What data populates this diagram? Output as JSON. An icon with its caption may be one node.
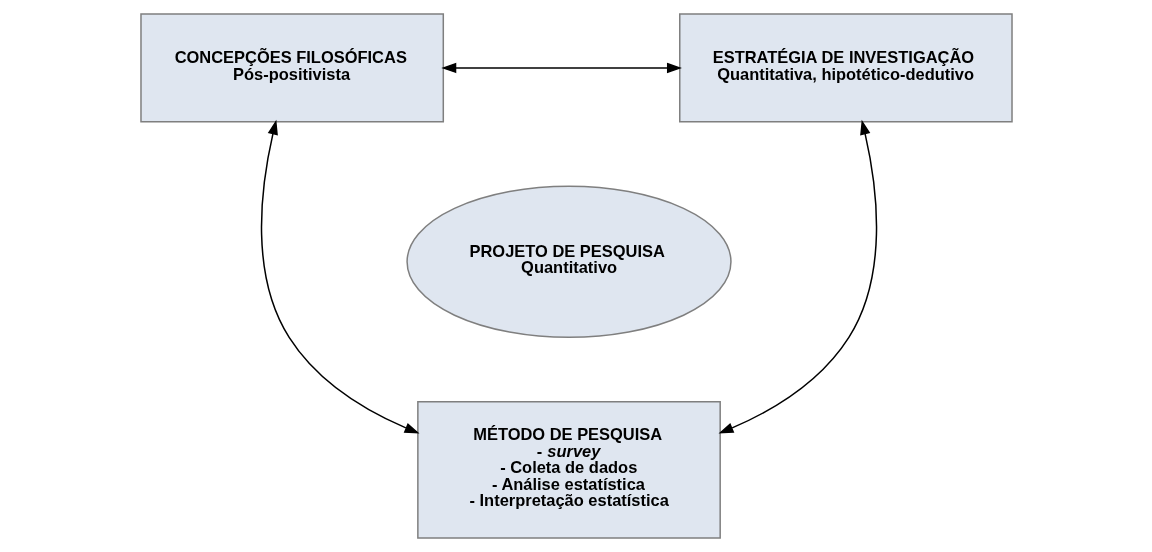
{
  "diagram": {
    "nodes": [
      {
        "text": [
          "CONCEPÇÕES FILOSÓFICAS",
          "Pós-positivista"
        ]
      },
      {
        "text": [
          "ESTRATÉGIA DE INVESTIGAÇÃO",
          "Quantitativa, hipotético-dedutivo"
        ]
      },
      {
        "text": [
          "PROJETO DE PESQUISA",
          "Quantitativo"
        ]
      },
      {
        "text": [
          "MÉTODO DE PESQUISA",
          "- *survey*",
          "- Coleta de dados",
          "- Análise estatística",
          "- Interpretação estatística"
        ]
      }
    ],
    "edges": [
      {
        "from": 0,
        "to": 1,
        "arrow": "both"
      },
      {
        "from": 0,
        "to": 3,
        "arrow": "both"
      },
      {
        "from": 1,
        "to": 3,
        "arrow": "both"
      }
    ]
  }
}
